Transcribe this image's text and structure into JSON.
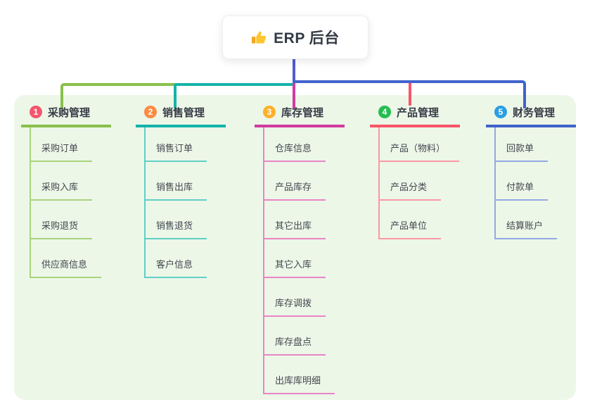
{
  "root": {
    "title": "ERP 后台",
    "icon": "thumbs-up-icon"
  },
  "branches": [
    {
      "number": "1",
      "label": "采购管理",
      "badge_color": "#f5566d",
      "line_color": "#89c04b",
      "child_line_color": "#a9d47e",
      "children": [
        "采购订单",
        "采购入库",
        "采购退货",
        "供应商信息"
      ]
    },
    {
      "number": "2",
      "label": "销售管理",
      "badge_color": "#fb8c42",
      "line_color": "#15b3a9",
      "child_line_color": "#62cec5",
      "children": [
        "销售订单",
        "销售出库",
        "销售退货",
        "客户信息"
      ]
    },
    {
      "number": "3",
      "label": "库存管理",
      "badge_color": "#fdb02c",
      "line_color": "#d23a9f",
      "child_line_color": "#ea84c3",
      "children": [
        "仓库信息",
        "产品库存",
        "其它出库",
        "其它入库",
        "库存调拨",
        "库存盘点",
        "出库库明细"
      ]
    },
    {
      "number": "4",
      "label": "产品管理",
      "badge_color": "#25bd51",
      "line_color": "#f95569",
      "child_line_color": "#fb98a3",
      "children": [
        "产品（物料）",
        "产品分类",
        "产品单位"
      ]
    },
    {
      "number": "5",
      "label": "财务管理",
      "badge_color": "#2b9fe2",
      "line_color": "#4163cb",
      "child_line_color": "#93a9e2",
      "children": [
        "回款单",
        "付款单",
        "结算账户"
      ]
    }
  ],
  "colors": {
    "canvas_bg": "#ffffff",
    "panel_bg": "#ecf7e8",
    "root_stem": "#4f5dd1",
    "title_text": "#333a45",
    "branch_text": "#363b45",
    "child_text": "#43484f",
    "thumb_gold": "#fdc62f",
    "thumb_sleeve": "#f5a623"
  }
}
